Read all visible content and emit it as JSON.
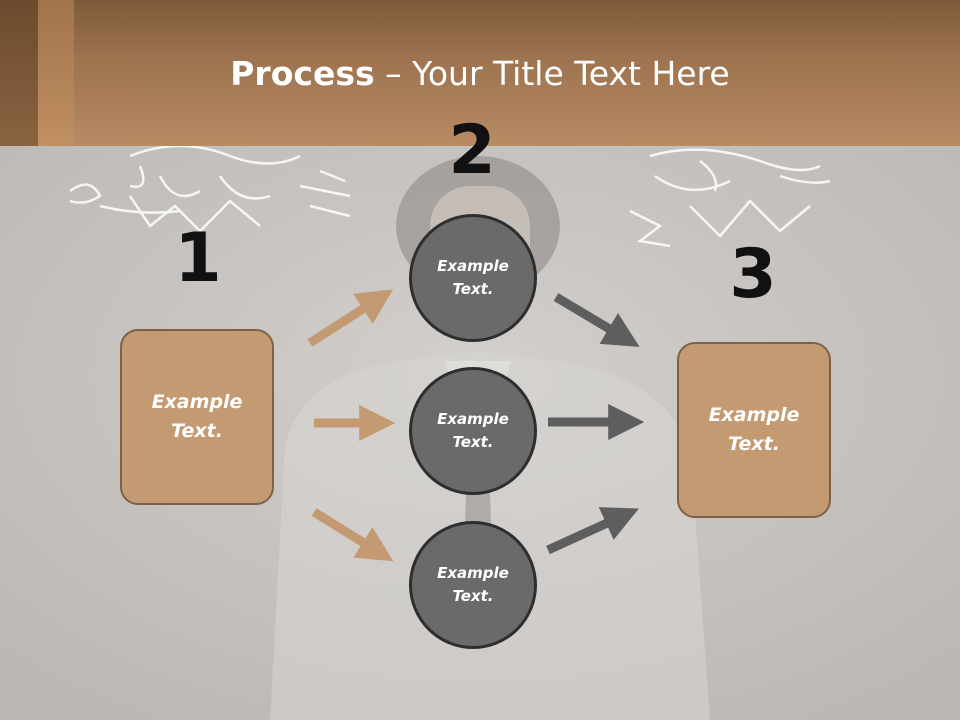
{
  "slide": {
    "title_bold": "Process",
    "title_rest": " – Your Title Text Here",
    "colors": {
      "header": "#a57a54",
      "box_fill": "#c49a72",
      "circle_fill": "#6a6a6a",
      "tan_arrow": "#c49a72",
      "gray_arrow": "#5e5e5e"
    }
  },
  "steps": {
    "one": {
      "number": "1",
      "box_text": "Example\nText."
    },
    "two": {
      "number": "2",
      "circles": [
        "Example\nText.",
        "Example\nText.",
        "Example\nText."
      ]
    },
    "three": {
      "number": "3",
      "box_text": "Example\nText."
    }
  },
  "icons": {
    "left_doodle": "devil-doodle-icon",
    "right_doodle": "angel-doodle-icon",
    "arrows": "arrow-right-icon"
  }
}
